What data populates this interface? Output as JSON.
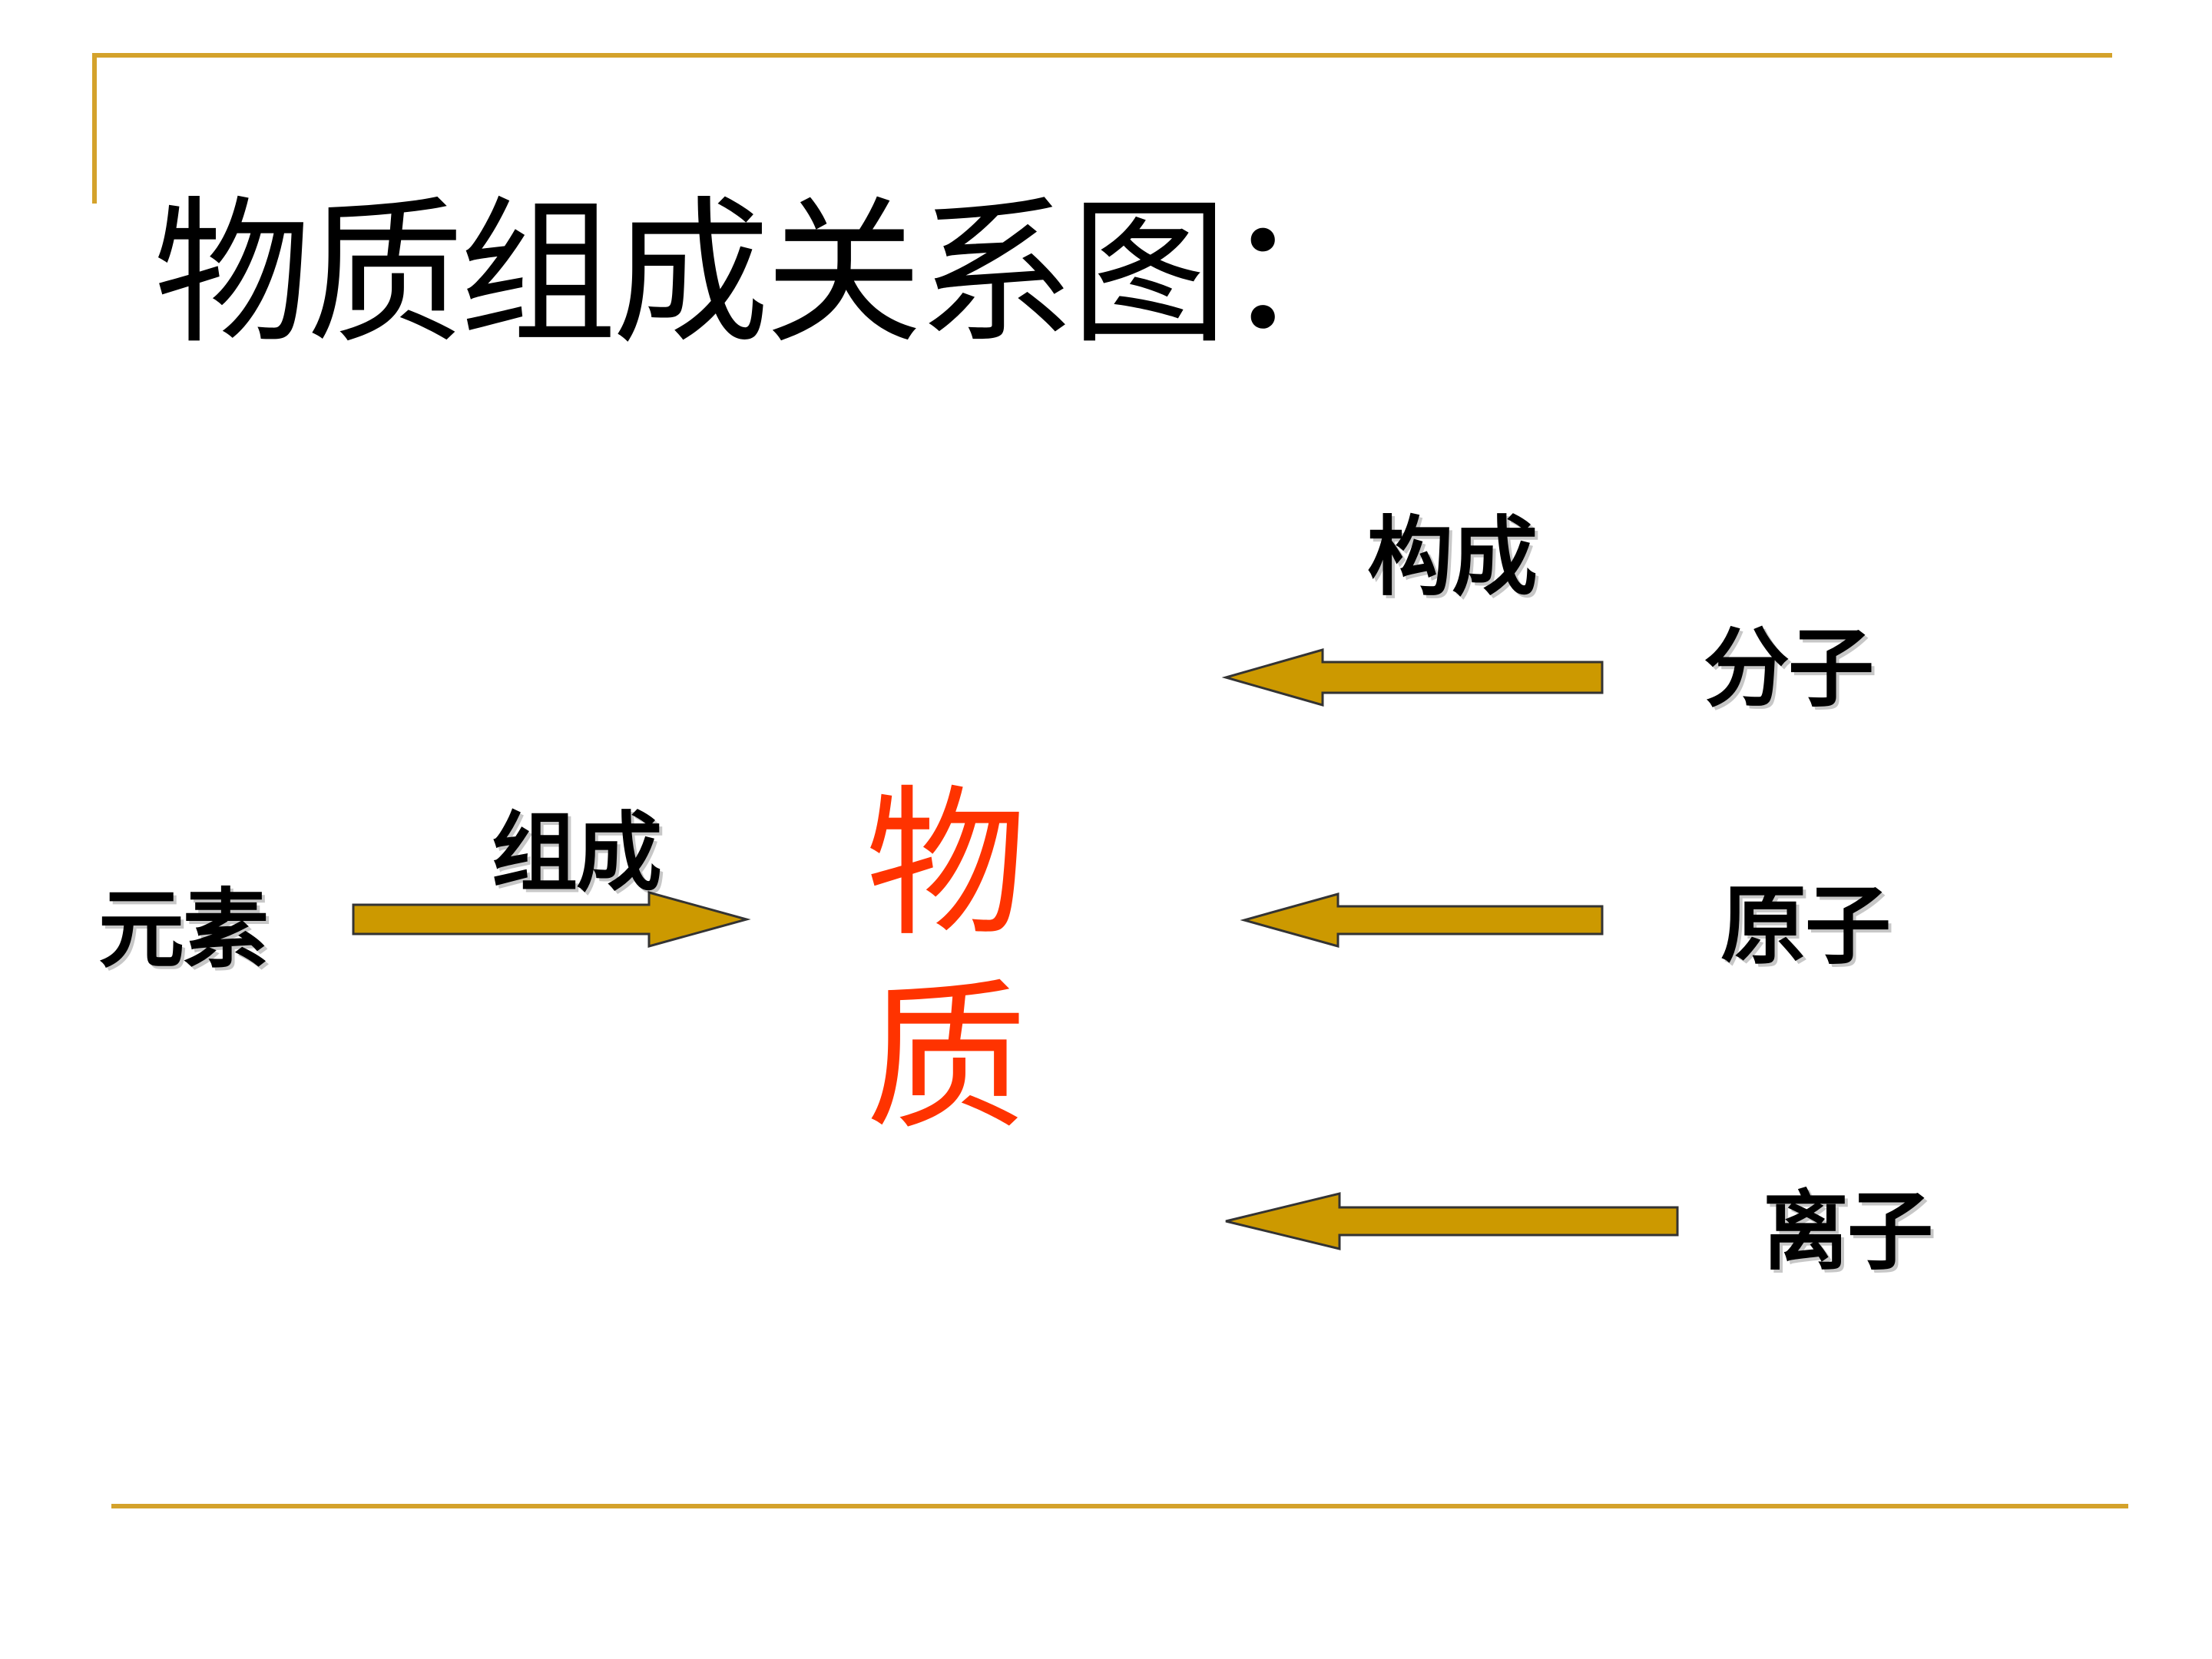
{
  "slide": {
    "title": "物质组成关系图：",
    "center": [
      "物",
      "质"
    ],
    "center_color": "#ff3300",
    "accent_color": "#d4a22b",
    "arrow_color": "#cc9900"
  },
  "labels": {
    "element": "元素",
    "compose": "组成",
    "constitute": "构成",
    "molecule": "分子",
    "atom": "原子",
    "ion": "离子"
  },
  "arrows": [
    {
      "from": "元素",
      "to": "物质",
      "direction": "right"
    },
    {
      "from": "分子",
      "to": "物质",
      "direction": "left"
    },
    {
      "from": "原子",
      "to": "物质",
      "direction": "left"
    },
    {
      "from": "离子",
      "to": "物质",
      "direction": "left"
    }
  ]
}
